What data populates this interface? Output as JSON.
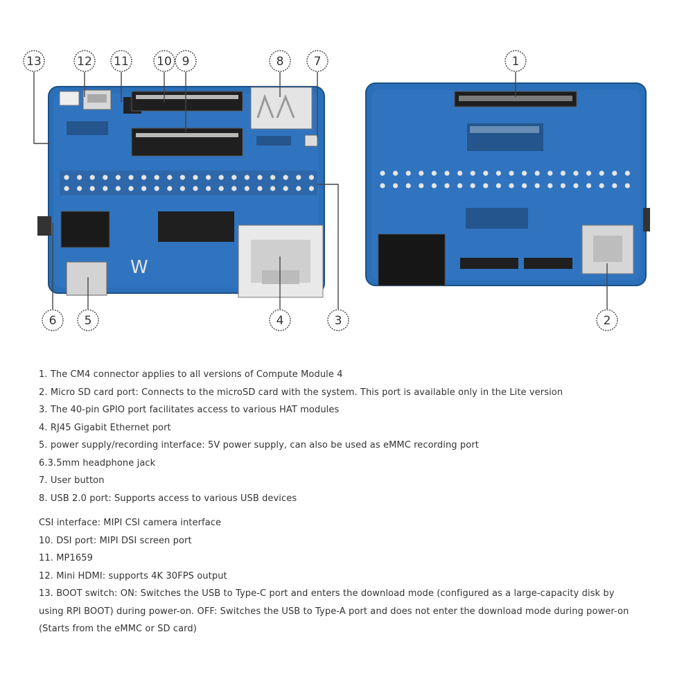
{
  "callouts": {
    "c1": "1",
    "c2": "2",
    "c3": "3",
    "c4": "4",
    "c5": "5",
    "c6": "6",
    "c7": "7",
    "c8": "8",
    "c9": "9",
    "c10": "10",
    "c11": "11",
    "c12": "12",
    "c13": "13"
  },
  "board_marking": "W",
  "notes": [
    "1. The CM4 connector applies to all versions of Compute Module 4",
    "2. Micro SD card port: Connects to the microSD card with the system. This port is available only in the Lite version",
    "3. The 40-pin GPIO port facilitates access to various HAT modules",
    "4. RJ45 Gigabit Ethernet port",
    "5. power supply/recording interface: 5V power supply, can also be used as eMMC recording port",
    "6.3.5mm headphone jack",
    "7. User button",
    "8. USB 2.0 port: Supports access to various USB devices",
    "CSI interface: MIPI CSI camera interface",
    "10. DSI port: MIPI DSI screen port",
    "11. MP1659",
    "12. Mini HDMI: supports 4K 30FPS output",
    "13. BOOT switch: ON: Switches the USB to Type-C port and enters the download mode (configured as a large-capacity disk by using RPI BOOT) during power-on. OFF: Switches the USB to Type-A port and does not enter the download mode during power-on (Starts from the eMMC or SD card)"
  ]
}
